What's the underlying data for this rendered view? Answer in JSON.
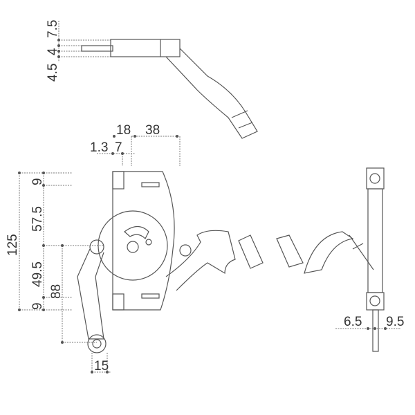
{
  "top_view": {
    "dims": [
      "7.5",
      "4",
      "4.5"
    ]
  },
  "front_view": {
    "horizontal_dims": [
      "18",
      "38",
      "1.3",
      "7",
      "15"
    ],
    "vertical_dims": [
      "125",
      "9",
      "57.5",
      "49.5",
      "9",
      "88"
    ]
  },
  "side_view": {
    "dims": [
      "6.5",
      "9.5"
    ]
  }
}
